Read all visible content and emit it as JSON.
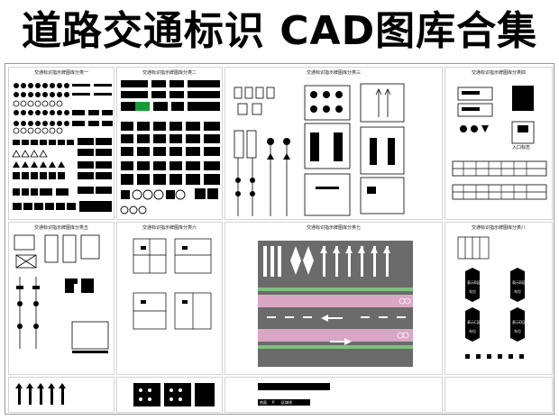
{
  "header": {
    "title": "道路交通标识 CAD图库合集"
  },
  "panels": {
    "p1": {
      "title": "交通标识指示牌图库分类一"
    },
    "p2": {
      "title": "交通标识指示牌图库分类二"
    },
    "p3": {
      "title": "交通标识指示牌图库分类三"
    },
    "p4": {
      "title": "交通标识指示牌图库分类四",
      "sign_text": "入口标志"
    },
    "p5": {
      "title": "交通标识指示牌图库分类五"
    },
    "p6": {
      "title": "交通标识指示牌图库分类六"
    },
    "p7": {
      "title": "交通标识指示牌图库分类七"
    },
    "p8": {
      "title": "交通标识指示牌图库分类八",
      "zone_labels": [
        "表示B区",
        "表示B区",
        "表示C区",
        "表示D区"
      ],
      "car_label": "车位"
    },
    "p9": {
      "legend": [
        "地面",
        "P",
        "区域线"
      ]
    }
  },
  "colors": {
    "sign_black": "#000000",
    "road_gray": "#6b6b6b",
    "lane_pink": "#d9a6c3",
    "lane_green": "#7fbf7f",
    "sign_green": "#1a9b3a"
  }
}
